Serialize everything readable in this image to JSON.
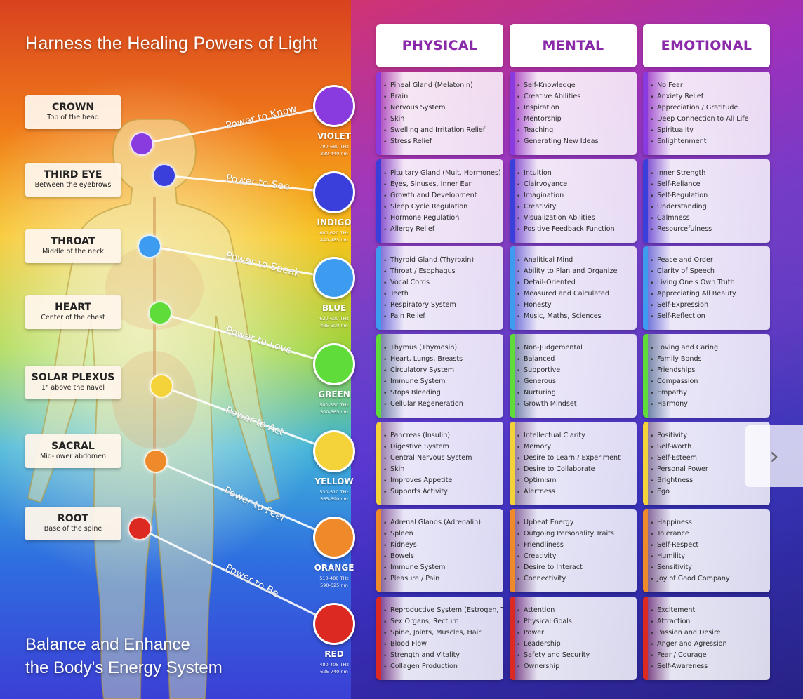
{
  "headline": "Harness the Healing Powers of Light",
  "footline": [
    "Balance and Enhance",
    "the Body's Energy System"
  ],
  "columns": [
    "PHYSICAL",
    "MENTAL",
    "EMOTIONAL"
  ],
  "chakras": [
    {
      "name": "CROWN",
      "location": "Top of the head",
      "power": "Power to Know",
      "color_name": "VIOLET",
      "freq": [
        "790-680 THz",
        "380-440 nm"
      ],
      "color": "#8a3be0",
      "physical": [
        "Pineal Gland (Melatonin)",
        "Brain",
        "Nervous System",
        "Skin",
        "Swelling and Irritation Relief",
        "Stress Relief"
      ],
      "mental": [
        "Self-Knowledge",
        "Creative Abilities",
        "Inspiration",
        "Mentorship",
        "Teaching",
        "Generating New Ideas"
      ],
      "emotional": [
        "No Fear",
        "Anxiety Relief",
        "Appreciation / Gratitude",
        "Deep Connection to All Life",
        "Spirituality",
        "Enlightenment"
      ]
    },
    {
      "name": "THIRD EYE",
      "location": "Between the eyebrows",
      "power": "Power to See",
      "color_name": "INDIGO",
      "freq": [
        "680-620 THz",
        "440-485 nm"
      ],
      "color": "#3a3fdc",
      "physical": [
        "Pituitary Gland (Mult. Hormones)",
        "Eyes, Sinuses, Inner Ear",
        "Growth and Development",
        "Sleep Cycle Regulation",
        "Hormone Regulation",
        "Allergy Relief"
      ],
      "mental": [
        "Intuition",
        "Clairvoyance",
        "Imagination",
        "Creativity",
        "Visualization Abilities",
        "Positive Feedback Function"
      ],
      "emotional": [
        "Inner Strength",
        "Self-Reliance",
        "Self-Regulation",
        "Understanding",
        "Calmness",
        "Resourcefulness"
      ]
    },
    {
      "name": "THROAT",
      "location": "Middle of the neck",
      "power": "Power to Speak",
      "color_name": "BLUE",
      "freq": [
        "620-600 THz",
        "485-500 nm"
      ],
      "color": "#3e9cf0",
      "physical": [
        "Thyroid Gland (Thyroxin)",
        "Throat / Esophagus",
        "Vocal Cords",
        "Teeth",
        "Respiratory System",
        "Pain Relief"
      ],
      "mental": [
        "Analitical Mind",
        "Ability to Plan and Organize",
        "Detail-Oriented",
        "Measured and Calculated",
        "Honesty",
        "Music, Maths, Sciences"
      ],
      "emotional": [
        "Peace and Order",
        "Clarity of Speech",
        "Living One's Own Truth",
        "Appreciating All Beauty",
        "Self-Expression",
        "Self-Reflection"
      ]
    },
    {
      "name": "HEART",
      "location": "Center of the chest",
      "power": "Power to Love",
      "color_name": "GREEN",
      "freq": [
        "500-530 THz",
        "500-565 nm"
      ],
      "color": "#5fdc3a",
      "physical": [
        "Thymus (Thymosin)",
        "Heart, Lungs, Breasts",
        "Circulatory System",
        "Immune System",
        "Stops Bleeding",
        "Cellular Regeneration"
      ],
      "mental": [
        "Non-Judgemental",
        "Balanced",
        "Supportive",
        "Generous",
        "Nurturing",
        "Growth Mindset"
      ],
      "emotional": [
        "Loving and Caring",
        "Family Bonds",
        "Friendships",
        "Compassion",
        "Empathy",
        "Harmony"
      ]
    },
    {
      "name": "SOLAR PLEXUS",
      "location": "1\" above the navel",
      "power": "Power to Act",
      "color_name": "YELLOW",
      "freq": [
        "530-510 THz",
        "565-590 nm"
      ],
      "color": "#f3d23a",
      "physical": [
        "Pancreas (Insulin)",
        "Digestive System",
        "Central Nervous System",
        "Skin",
        "Improves Appetite",
        "Supports Activity"
      ],
      "mental": [
        "Intellectual Clarity",
        "Memory",
        "Desire to Learn / Experiment",
        "Desire to Collaborate",
        "Optimism",
        "Alertness"
      ],
      "emotional": [
        "Positivity",
        "Self-Worth",
        "Self-Esteem",
        "Personal Power",
        "Brightness",
        "Ego"
      ]
    },
    {
      "name": "SACRAL",
      "location": "Mid-lower abdomen",
      "power": "Power to Feel",
      "color_name": "ORANGE",
      "freq": [
        "510-480 THz",
        "590-625 nm"
      ],
      "color": "#ee8a2a",
      "physical": [
        "Adrenal Glands (Adrenalin)",
        "Spleen",
        "Kidneys",
        "Bowels",
        "Immune System",
        "Pleasure / Pain"
      ],
      "mental": [
        "Upbeat Energy",
        "Outgoing Personality Traits",
        "Friendliness",
        "Creativity",
        "Desire to Interact",
        "Connectivity"
      ],
      "emotional": [
        "Happiness",
        "Tolerance",
        "Self-Respect",
        "Humility",
        "Sensitivity",
        "Joy of Good Company"
      ]
    },
    {
      "name": "ROOT",
      "location": "Base of the spine",
      "power": "Power to Be",
      "color_name": "RED",
      "freq": [
        "480-405 THz",
        "625-740 nm"
      ],
      "color": "#dc2a22",
      "physical": [
        "Reproductive System (Estrogen, Testosterone)",
        "Sex Organs, Rectum",
        "Spine, Joints, Muscles, Hair",
        "Blood Flow",
        "Strength and Vitality",
        "Collagen Production"
      ],
      "mental": [
        "Attention",
        "Physical Goals",
        "Power",
        "Leadership",
        "Safety and Security",
        "Ownership"
      ],
      "emotional": [
        "Excitement",
        "Attraction",
        "Passion and Desire",
        "Anger and Agression",
        "Fear / Courage",
        "Self-Awareness"
      ]
    }
  ],
  "nav": {
    "next_glyph": "›",
    "next_icon": "chevron-right-icon"
  }
}
